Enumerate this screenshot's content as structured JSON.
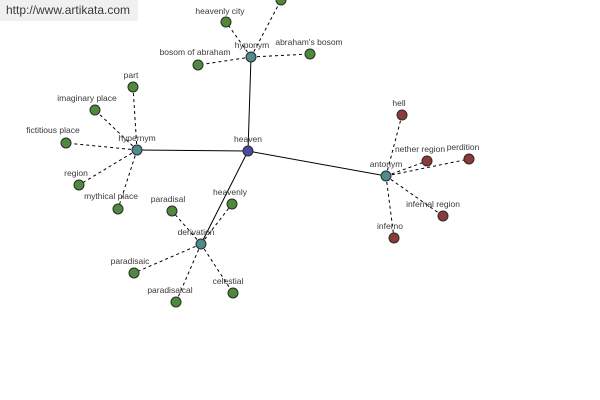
{
  "watermark": {
    "url": "http://www.artikata.com"
  },
  "colors": {
    "center": "#4a4aa0",
    "relation": "#4b8c8c",
    "synonym": "#4f8a3c",
    "antonym": "#8b3a3a",
    "edge": "#000000"
  },
  "nodes": {
    "heaven": {
      "label": "heaven",
      "kind": "center",
      "icon": "circle-node-blue"
    },
    "hyponym": {
      "label": "hyponym",
      "kind": "relation",
      "icon": "circle-node-teal"
    },
    "hypernym": {
      "label": "hypernym",
      "kind": "relation",
      "icon": "circle-node-teal"
    },
    "derivation": {
      "label": "derivation",
      "kind": "relation",
      "icon": "circle-node-teal"
    },
    "antonym": {
      "label": "antonym",
      "kind": "relation",
      "icon": "circle-node-teal"
    },
    "heavenly_city": {
      "label": "heavenly city",
      "kind": "synonym",
      "icon": "circle-node-green"
    },
    "abrahams_bosom": {
      "label": "abraham's bosom",
      "kind": "synonym",
      "icon": "circle-node-green"
    },
    "bosom_of_abraham": {
      "label": "bosom of abraham",
      "kind": "synonym",
      "icon": "circle-node-green"
    },
    "hyponym_offscreen": {
      "label": "",
      "kind": "synonym",
      "icon": "circle-node-green"
    },
    "part": {
      "label": "part",
      "kind": "synonym",
      "icon": "circle-node-green"
    },
    "imaginary_place": {
      "label": "imaginary place",
      "kind": "synonym",
      "icon": "circle-node-green"
    },
    "fictitious_place": {
      "label": "fictitious place",
      "kind": "synonym",
      "icon": "circle-node-green"
    },
    "region": {
      "label": "region",
      "kind": "synonym",
      "icon": "circle-node-green"
    },
    "mythical_place": {
      "label": "mythical place",
      "kind": "synonym",
      "icon": "circle-node-green"
    },
    "paradisal": {
      "label": "paradisal",
      "kind": "synonym",
      "icon": "circle-node-green"
    },
    "heavenly": {
      "label": "heavenly",
      "kind": "synonym",
      "icon": "circle-node-green"
    },
    "paradisaic": {
      "label": "paradisaic",
      "kind": "synonym",
      "icon": "circle-node-green"
    },
    "paradisaical": {
      "label": "paradisaical",
      "kind": "synonym",
      "icon": "circle-node-green"
    },
    "celestial": {
      "label": "celestial",
      "kind": "synonym",
      "icon": "circle-node-green"
    },
    "hell": {
      "label": "hell",
      "kind": "antonym",
      "icon": "circle-node-red"
    },
    "nether_region": {
      "label": "nether region",
      "kind": "antonym",
      "icon": "circle-node-red"
    },
    "perdition": {
      "label": "perdition",
      "kind": "antonym",
      "icon": "circle-node-red"
    },
    "infernal_region": {
      "label": "infernal region",
      "kind": "antonym",
      "icon": "circle-node-red"
    },
    "inferno": {
      "label": "inferno",
      "kind": "antonym",
      "icon": "circle-node-red"
    }
  },
  "edges": [
    {
      "from": "heaven",
      "to": "hyponym",
      "style": "solid"
    },
    {
      "from": "heaven",
      "to": "hypernym",
      "style": "solid"
    },
    {
      "from": "heaven",
      "to": "derivation",
      "style": "solid"
    },
    {
      "from": "heaven",
      "to": "antonym",
      "style": "solid"
    },
    {
      "from": "hyponym",
      "to": "heavenly_city",
      "style": "dashed"
    },
    {
      "from": "hyponym",
      "to": "hyponym_offscreen",
      "style": "dashed"
    },
    {
      "from": "hyponym",
      "to": "abrahams_bosom",
      "style": "dashed"
    },
    {
      "from": "hyponym",
      "to": "bosom_of_abraham",
      "style": "dashed"
    },
    {
      "from": "hypernym",
      "to": "part",
      "style": "dashed"
    },
    {
      "from": "hypernym",
      "to": "imaginary_place",
      "style": "dashed"
    },
    {
      "from": "hypernym",
      "to": "fictitious_place",
      "style": "dashed"
    },
    {
      "from": "hypernym",
      "to": "region",
      "style": "dashed"
    },
    {
      "from": "hypernym",
      "to": "mythical_place",
      "style": "dashed"
    },
    {
      "from": "derivation",
      "to": "paradisal",
      "style": "dashed"
    },
    {
      "from": "derivation",
      "to": "heavenly",
      "style": "dashed"
    },
    {
      "from": "derivation",
      "to": "paradisaic",
      "style": "dashed"
    },
    {
      "from": "derivation",
      "to": "paradisaical",
      "style": "dashed"
    },
    {
      "from": "derivation",
      "to": "celestial",
      "style": "dashed"
    },
    {
      "from": "antonym",
      "to": "hell",
      "style": "dashed"
    },
    {
      "from": "antonym",
      "to": "nether_region",
      "style": "dashed"
    },
    {
      "from": "antonym",
      "to": "perdition",
      "style": "dashed"
    },
    {
      "from": "antonym",
      "to": "infernal_region",
      "style": "dashed"
    },
    {
      "from": "antonym",
      "to": "inferno",
      "style": "dashed"
    }
  ]
}
